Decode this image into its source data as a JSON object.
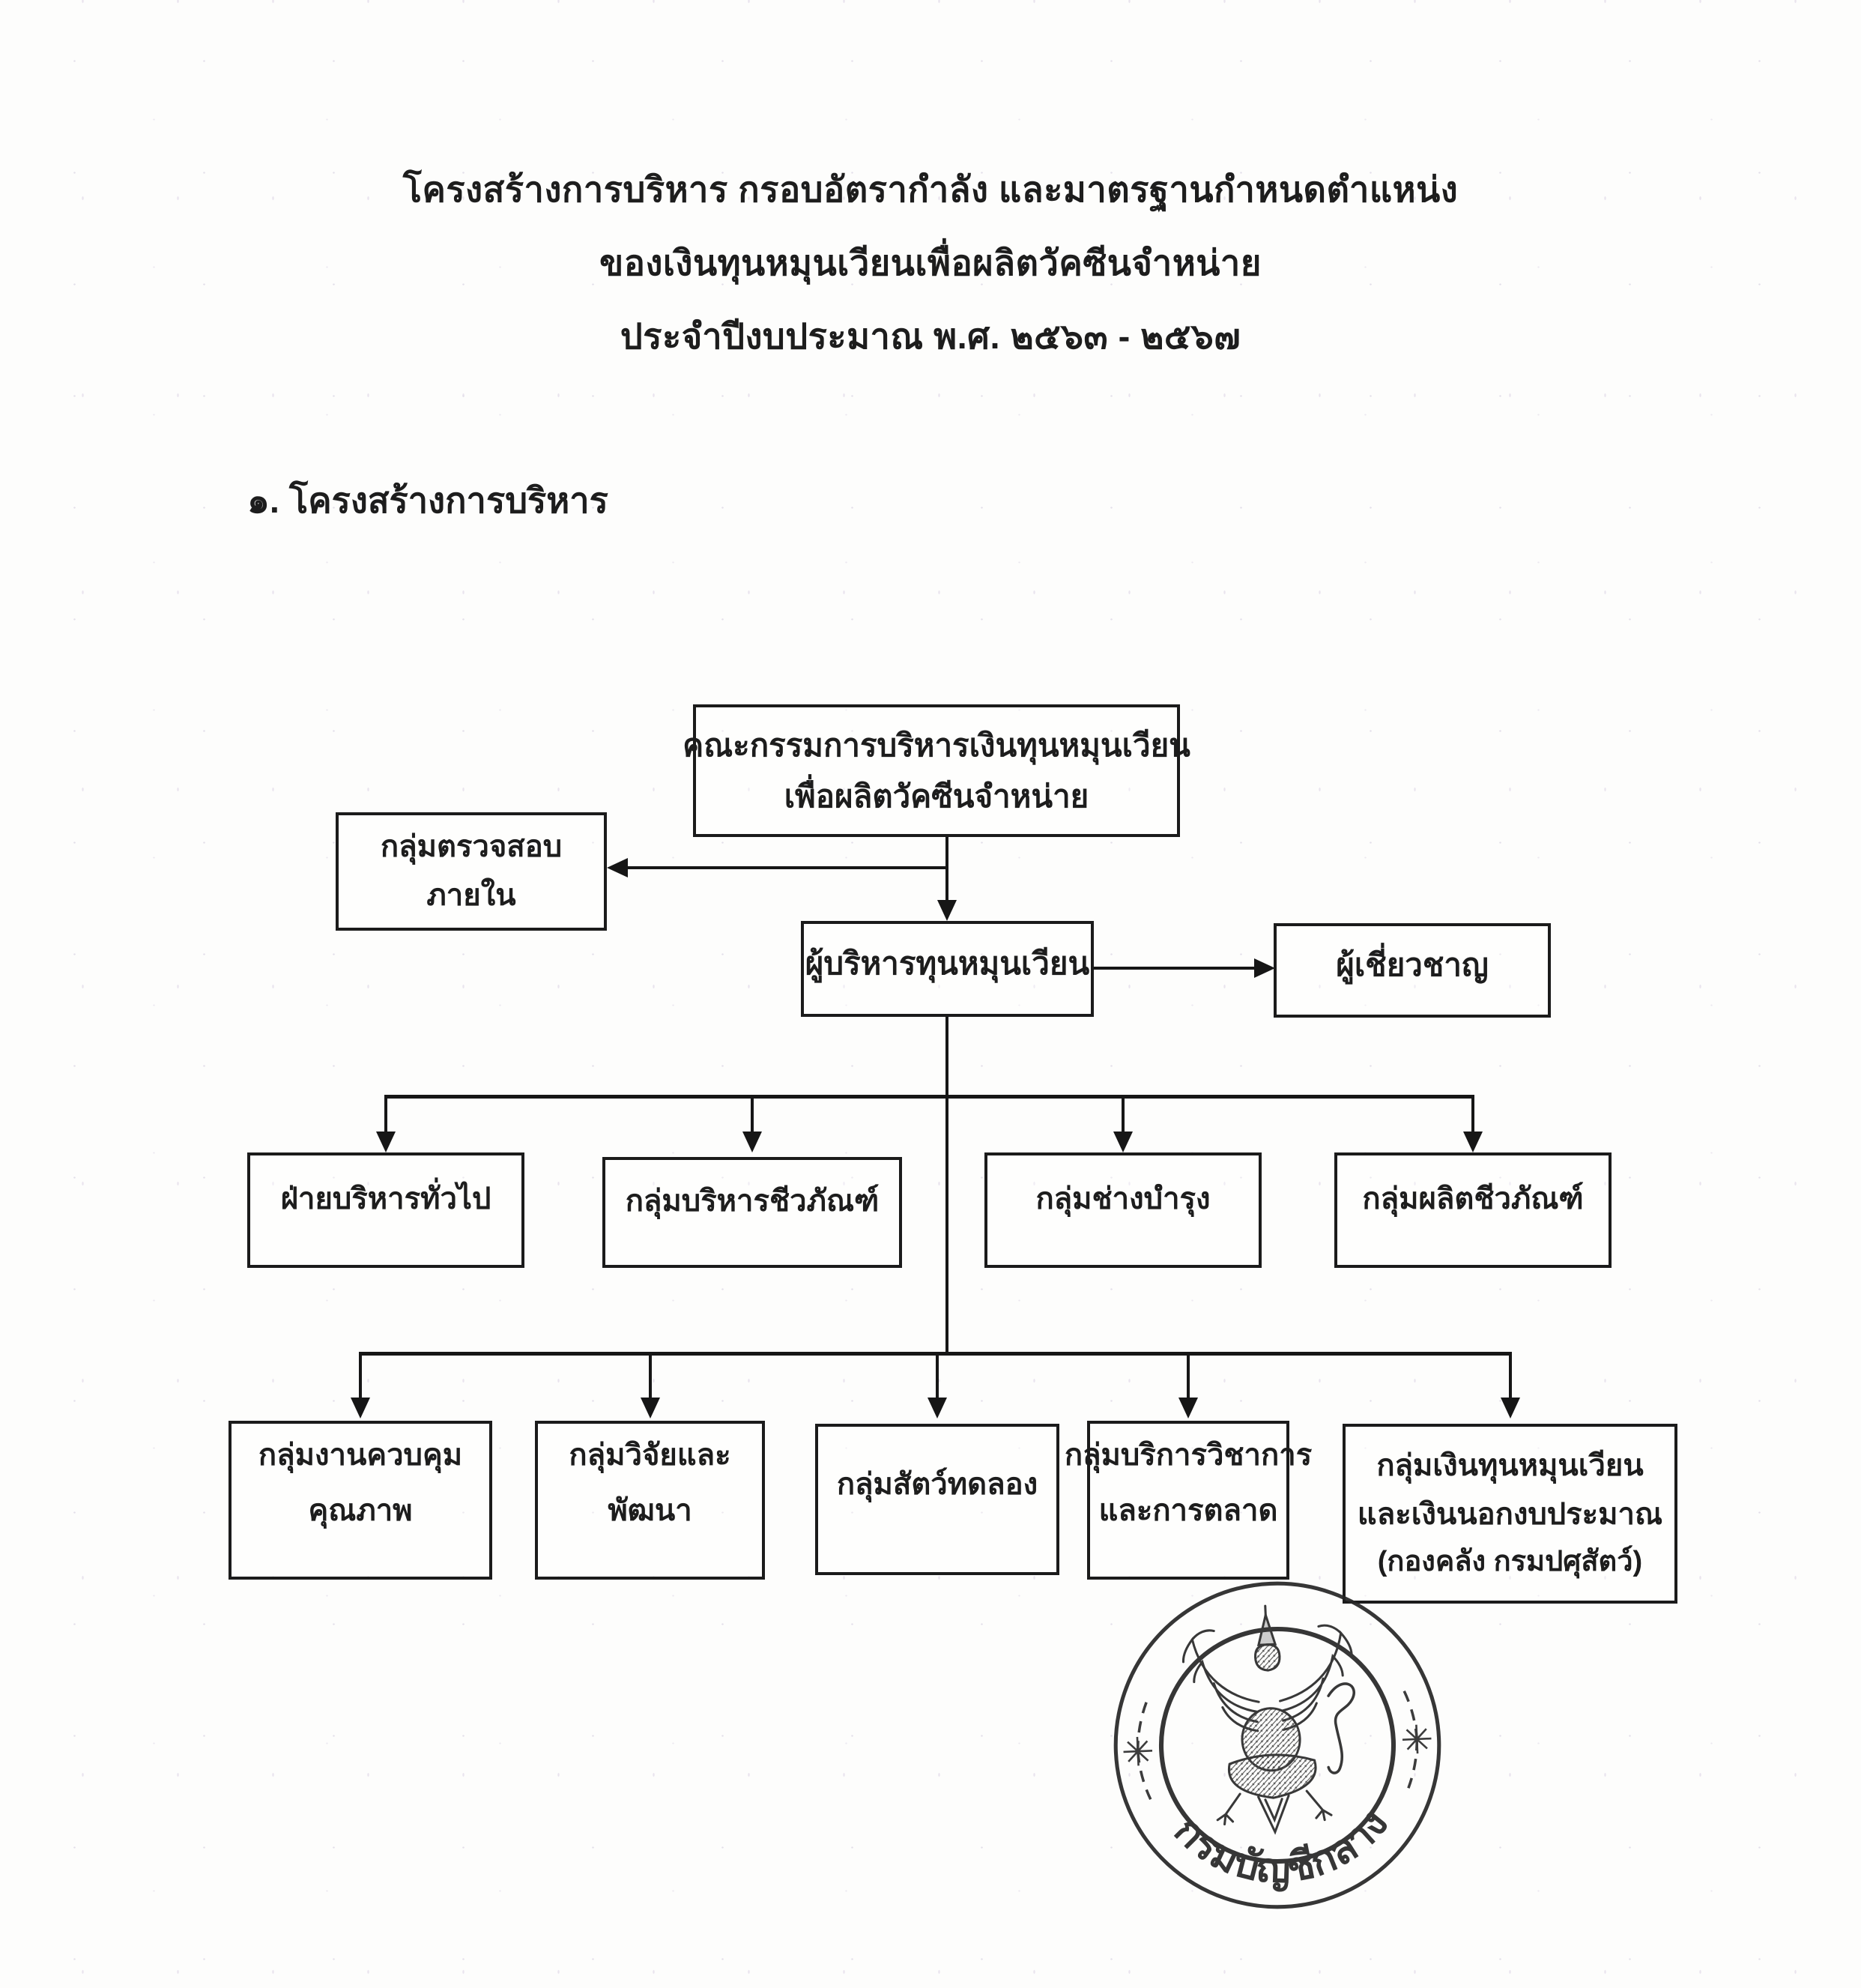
{
  "document": {
    "title_lines": [
      "โครงสร้างการบริหาร กรอบอัตรากำลัง และมาตรฐานกำหนดตำแหน่ง",
      "ของเงินทุนหมุนเวียนเพื่อผลิตวัคซีนจำหน่าย",
      "ประจำปีงบประมาณ พ.ศ. ๒๕๖๓ - ๒๕๖๗"
    ],
    "section_heading": "๑. โครงสร้างการบริหาร"
  },
  "chart": {
    "committee": {
      "lines": [
        "คณะกรรมการบริหารเงินทุนหมุนเวียน",
        "เพื่อผลิตวัคซีนจำหน่าย"
      ]
    },
    "internal_audit": {
      "lines": [
        "กลุ่มตรวจสอบ",
        "ภายใน"
      ]
    },
    "fund_manager": {
      "lines": [
        "ผู้บริหารทุนหมุนเวียน"
      ]
    },
    "expert": {
      "lines": [
        "ผู้เชี่ยวชาญ"
      ]
    },
    "level2": [
      {
        "lines": [
          "ฝ่ายบริหารทั่วไป"
        ]
      },
      {
        "lines": [
          "กลุ่มบริหารชีวภัณฑ์"
        ]
      },
      {
        "lines": [
          "กลุ่มช่างบำรุง"
        ]
      },
      {
        "lines": [
          "กลุ่มผลิตชีวภัณฑ์"
        ]
      }
    ],
    "level3": [
      {
        "lines": [
          "กลุ่มงานควบคุม",
          "คุณภาพ"
        ]
      },
      {
        "lines": [
          "กลุ่มวิจัยและ",
          "พัฒนา"
        ]
      },
      {
        "lines": [
          "กลุ่มสัตว์ทดลอง"
        ]
      },
      {
        "lines": [
          "กลุ่มบริการวิชาการ",
          "และการตลาด"
        ]
      },
      {
        "lines": [
          "กลุ่มเงินทุนหมุนเวียน",
          "และเงินนอกงบประมาณ",
          "(กองคลัง กรมปศุสัตว์)"
        ]
      }
    ]
  },
  "seal": {
    "text": "กรมบัญชีกลาง"
  },
  "colors": {
    "ink": "#1b1b1b",
    "paper": "#fdfdfc"
  }
}
